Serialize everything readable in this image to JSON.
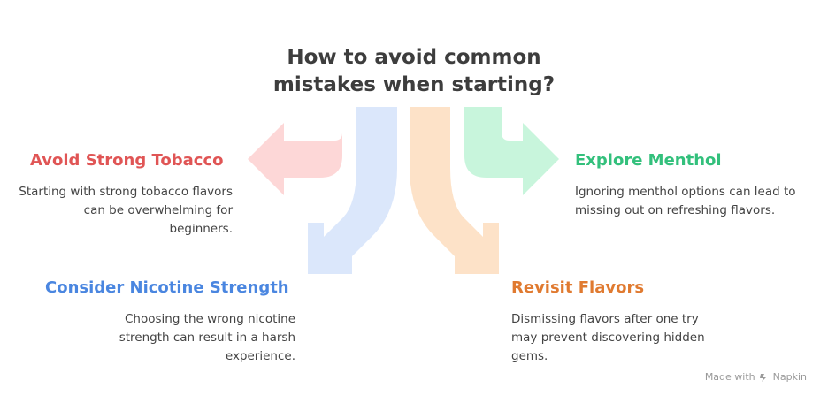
{
  "title": {
    "line1": "How to avoid common",
    "line2": "mistakes when starting?"
  },
  "items": [
    {
      "heading": "Avoid Strong Tobacco",
      "description": "Starting with strong tobacco flavors can be overwhelming for beginners.",
      "color": "#e05555",
      "arrow_color": "#fdd7d7"
    },
    {
      "heading": "Consider Nicotine Strength",
      "description": "Choosing the wrong nicotine strength can result in a harsh experience.",
      "color": "#4a86e0",
      "arrow_color": "#dbe7fb"
    },
    {
      "heading": "Revisit Flavors",
      "description": "Dismissing flavors after one try may prevent discovering hidden gems.",
      "color": "#e07a30",
      "arrow_color": "#fde2c8"
    },
    {
      "heading": "Explore Menthol",
      "description": "Ignoring menthol options can lead to missing out on refreshing flavors.",
      "color": "#33c07c",
      "arrow_color": "#c8f5dc"
    }
  ],
  "footer": {
    "made_with": "Made with",
    "brand": "Napkin",
    "logo_icon": "napkin-logo-icon"
  }
}
